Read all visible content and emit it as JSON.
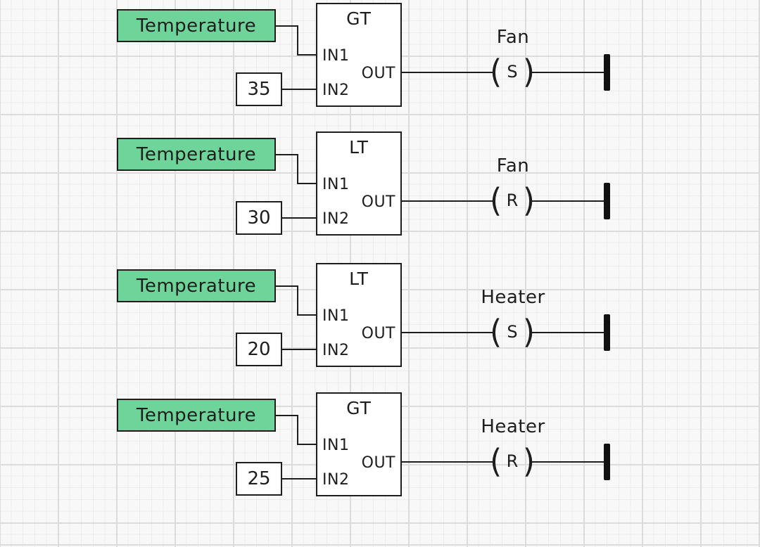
{
  "colors": {
    "canvas_background": "#f8f8f8",
    "grid_minor": "#ececec",
    "grid_major": "#dcdcdc",
    "tag_fill": "#6fd49a",
    "stroke": "#1e1e1e",
    "block_fill": "#ffffff",
    "rail_fill": "#111111"
  },
  "rungs": [
    {
      "source": {
        "label": "Temperature"
      },
      "constant": {
        "value": "35"
      },
      "block": {
        "title": "GT",
        "pins": {
          "in1": "IN1",
          "in2": "IN2",
          "out": "OUT"
        }
      },
      "coil": {
        "label": "Fan",
        "type": "S",
        "open": "(",
        "close": ")"
      }
    },
    {
      "source": {
        "label": "Temperature"
      },
      "constant": {
        "value": "30"
      },
      "block": {
        "title": "LT",
        "pins": {
          "in1": "IN1",
          "in2": "IN2",
          "out": "OUT"
        }
      },
      "coil": {
        "label": "Fan",
        "type": "R",
        "open": "(",
        "close": ")"
      }
    },
    {
      "source": {
        "label": "Temperature"
      },
      "constant": {
        "value": "20"
      },
      "block": {
        "title": "LT",
        "pins": {
          "in1": "IN1",
          "in2": "IN2",
          "out": "OUT"
        }
      },
      "coil": {
        "label": "Heater",
        "type": "S",
        "open": "(",
        "close": ")"
      }
    },
    {
      "source": {
        "label": "Temperature"
      },
      "constant": {
        "value": "25"
      },
      "block": {
        "title": "GT",
        "pins": {
          "in1": "IN1",
          "in2": "IN2",
          "out": "OUT"
        }
      },
      "coil": {
        "label": "Heater",
        "type": "R",
        "open": "(",
        "close": ")"
      }
    }
  ]
}
